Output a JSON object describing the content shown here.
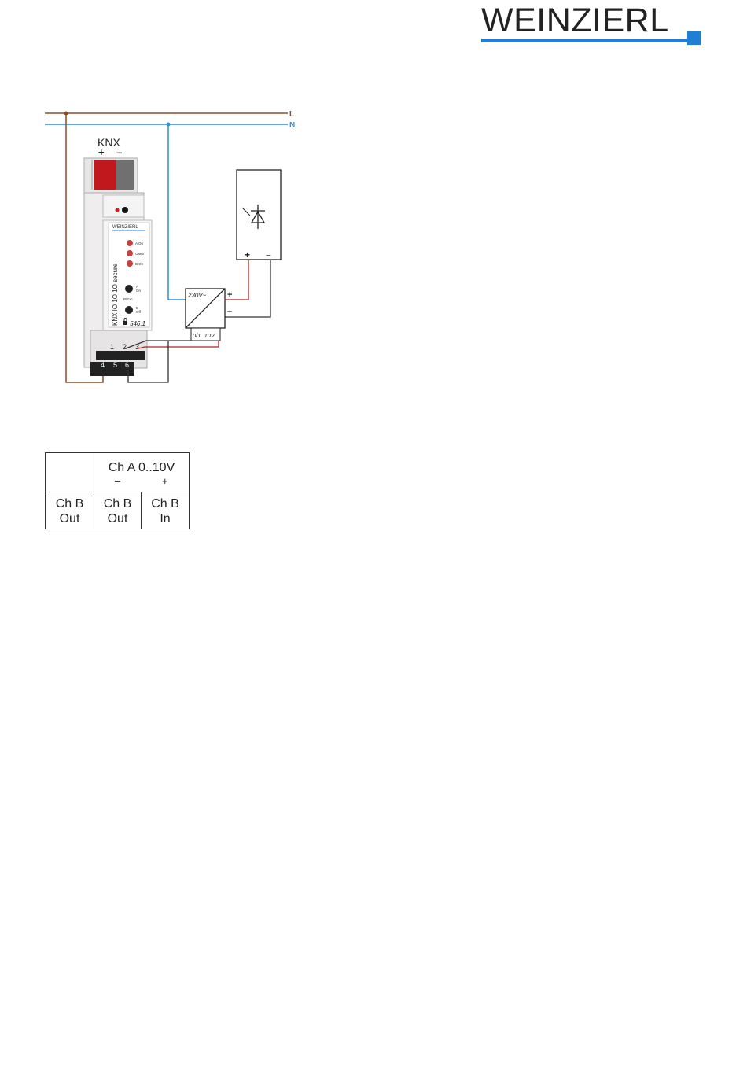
{
  "logo": {
    "text": "WEINZIERL",
    "accent": "#1f7fd6"
  },
  "mains": {
    "line_label": "L",
    "neutral_label": "N",
    "line_color": "#8b4a2b",
    "neutral_color": "#2d8fd8"
  },
  "knx": {
    "label": "KNX",
    "plus": "+",
    "minus": "–",
    "plus_color": "#c0181c",
    "minus_color": "#707070"
  },
  "device": {
    "brand": "WEINZIERL",
    "model": "KNX IO 1O 1O secure",
    "leds": [
      "A On",
      "OMM",
      "B On"
    ],
    "buttons": [
      {
        "label": "A",
        "sub": "On"
      },
      {
        "label": "B",
        "sub": "Off"
      }
    ],
    "prog_label": "P/Exc",
    "product_number": "546.1",
    "terminals_top": [
      "1",
      "2",
      "3"
    ],
    "terminals_bottom": [
      "4",
      "5",
      "6"
    ]
  },
  "driver": {
    "input_label": "230V~",
    "output_label": "0/1..10V",
    "plus": "+",
    "minus": "–"
  },
  "led_load": {
    "plus": "+",
    "minus": "–"
  },
  "terminal_table": {
    "header": "Ch A 0..10V",
    "header_minus": "–",
    "header_plus": "+",
    "cells": [
      {
        "line1": "Ch B",
        "line2": "Out"
      },
      {
        "line1": "Ch B",
        "line2": "Out"
      },
      {
        "line1": "Ch B",
        "line2": "In"
      }
    ]
  }
}
